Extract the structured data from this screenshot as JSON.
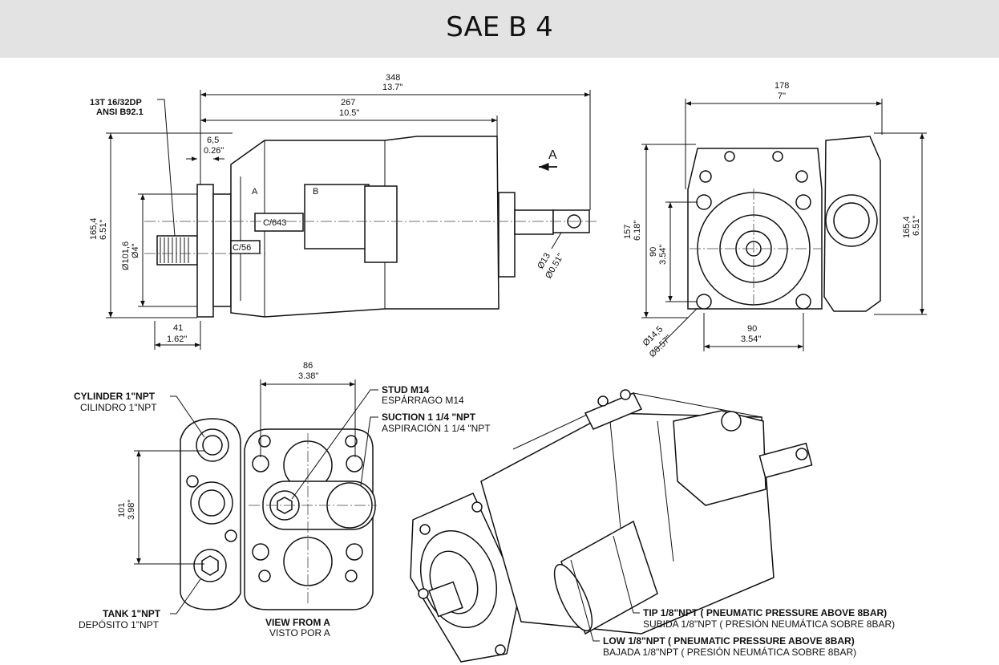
{
  "header": {
    "title": "SAE B 4"
  },
  "side_view": {
    "spline_1": "13T 16/32DP",
    "spline_2": "ANSI B92.1",
    "len_total_mm": "348",
    "len_total_in": "13.7\"",
    "len_body_mm": "267",
    "len_body_in": "10.5\"",
    "offset_mm": "6,5",
    "offset_in": "0.26\"",
    "height_mm": "165,4",
    "height_in": "6.51\"",
    "pilot_mm": "Ø101,6",
    "pilot_in": "Ø4\"",
    "flange_mm": "41",
    "flange_in": "1.62\"",
    "shaft_mm": "Ø13",
    "shaft_in": "Ø0.51\"",
    "arrow_label": "A",
    "port_a": "A",
    "port_b": "B",
    "brand": "C/643",
    "code": "C/56"
  },
  "front_view": {
    "width_mm": "178",
    "width_in": "7\"",
    "height_mm": "157",
    "height_in": "6.18\"",
    "bolt_v_mm": "90",
    "bolt_v_in": "3.54\"",
    "right_h_mm": "165,4",
    "right_h_in": "6.51\"",
    "bolt_h_mm": "90",
    "bolt_h_in": "3.54\"",
    "hole_mm": "Ø14,5",
    "hole_in": "Ø0.57\""
  },
  "view_a": {
    "width_mm": "86",
    "width_in": "3.38\"",
    "height_mm": "101",
    "height_in": "3.98\"",
    "cylinder_en": "CYLINDER 1\"NPT",
    "cylinder_es": "CILINDRO 1\"NPT",
    "tank_en": "TANK 1\"NPT",
    "tank_es": "DEPÓSITO 1\"NPT",
    "stud_en": "STUD M14",
    "stud_es": "ESPÁRRAGO M14",
    "suction_en": "SUCTION 1 1/4 \"NPT",
    "suction_es": "ASPIRACIÓN 1 1/4 \"NPT",
    "view_en": "VIEW FROM A",
    "view_es": "VISTO POR A"
  },
  "iso_view": {
    "tip_en": "TIP 1/8\"NPT ( PNEUMATIC PRESSURE  ABOVE 8BAR)",
    "tip_es": "SUBIDA 1/8\"NPT ( PRESIÓN  NEUMÁTICA SOBRE  8BAR)",
    "low_en": "LOW 1/8\"NPT ( PNEUMATIC PRESSURE  ABOVE 8BAR)",
    "low_es": "BAJADA 1/8\"NPT ( PRESIÓN  NEUMÁTICA SOBRE  8BAR)"
  }
}
